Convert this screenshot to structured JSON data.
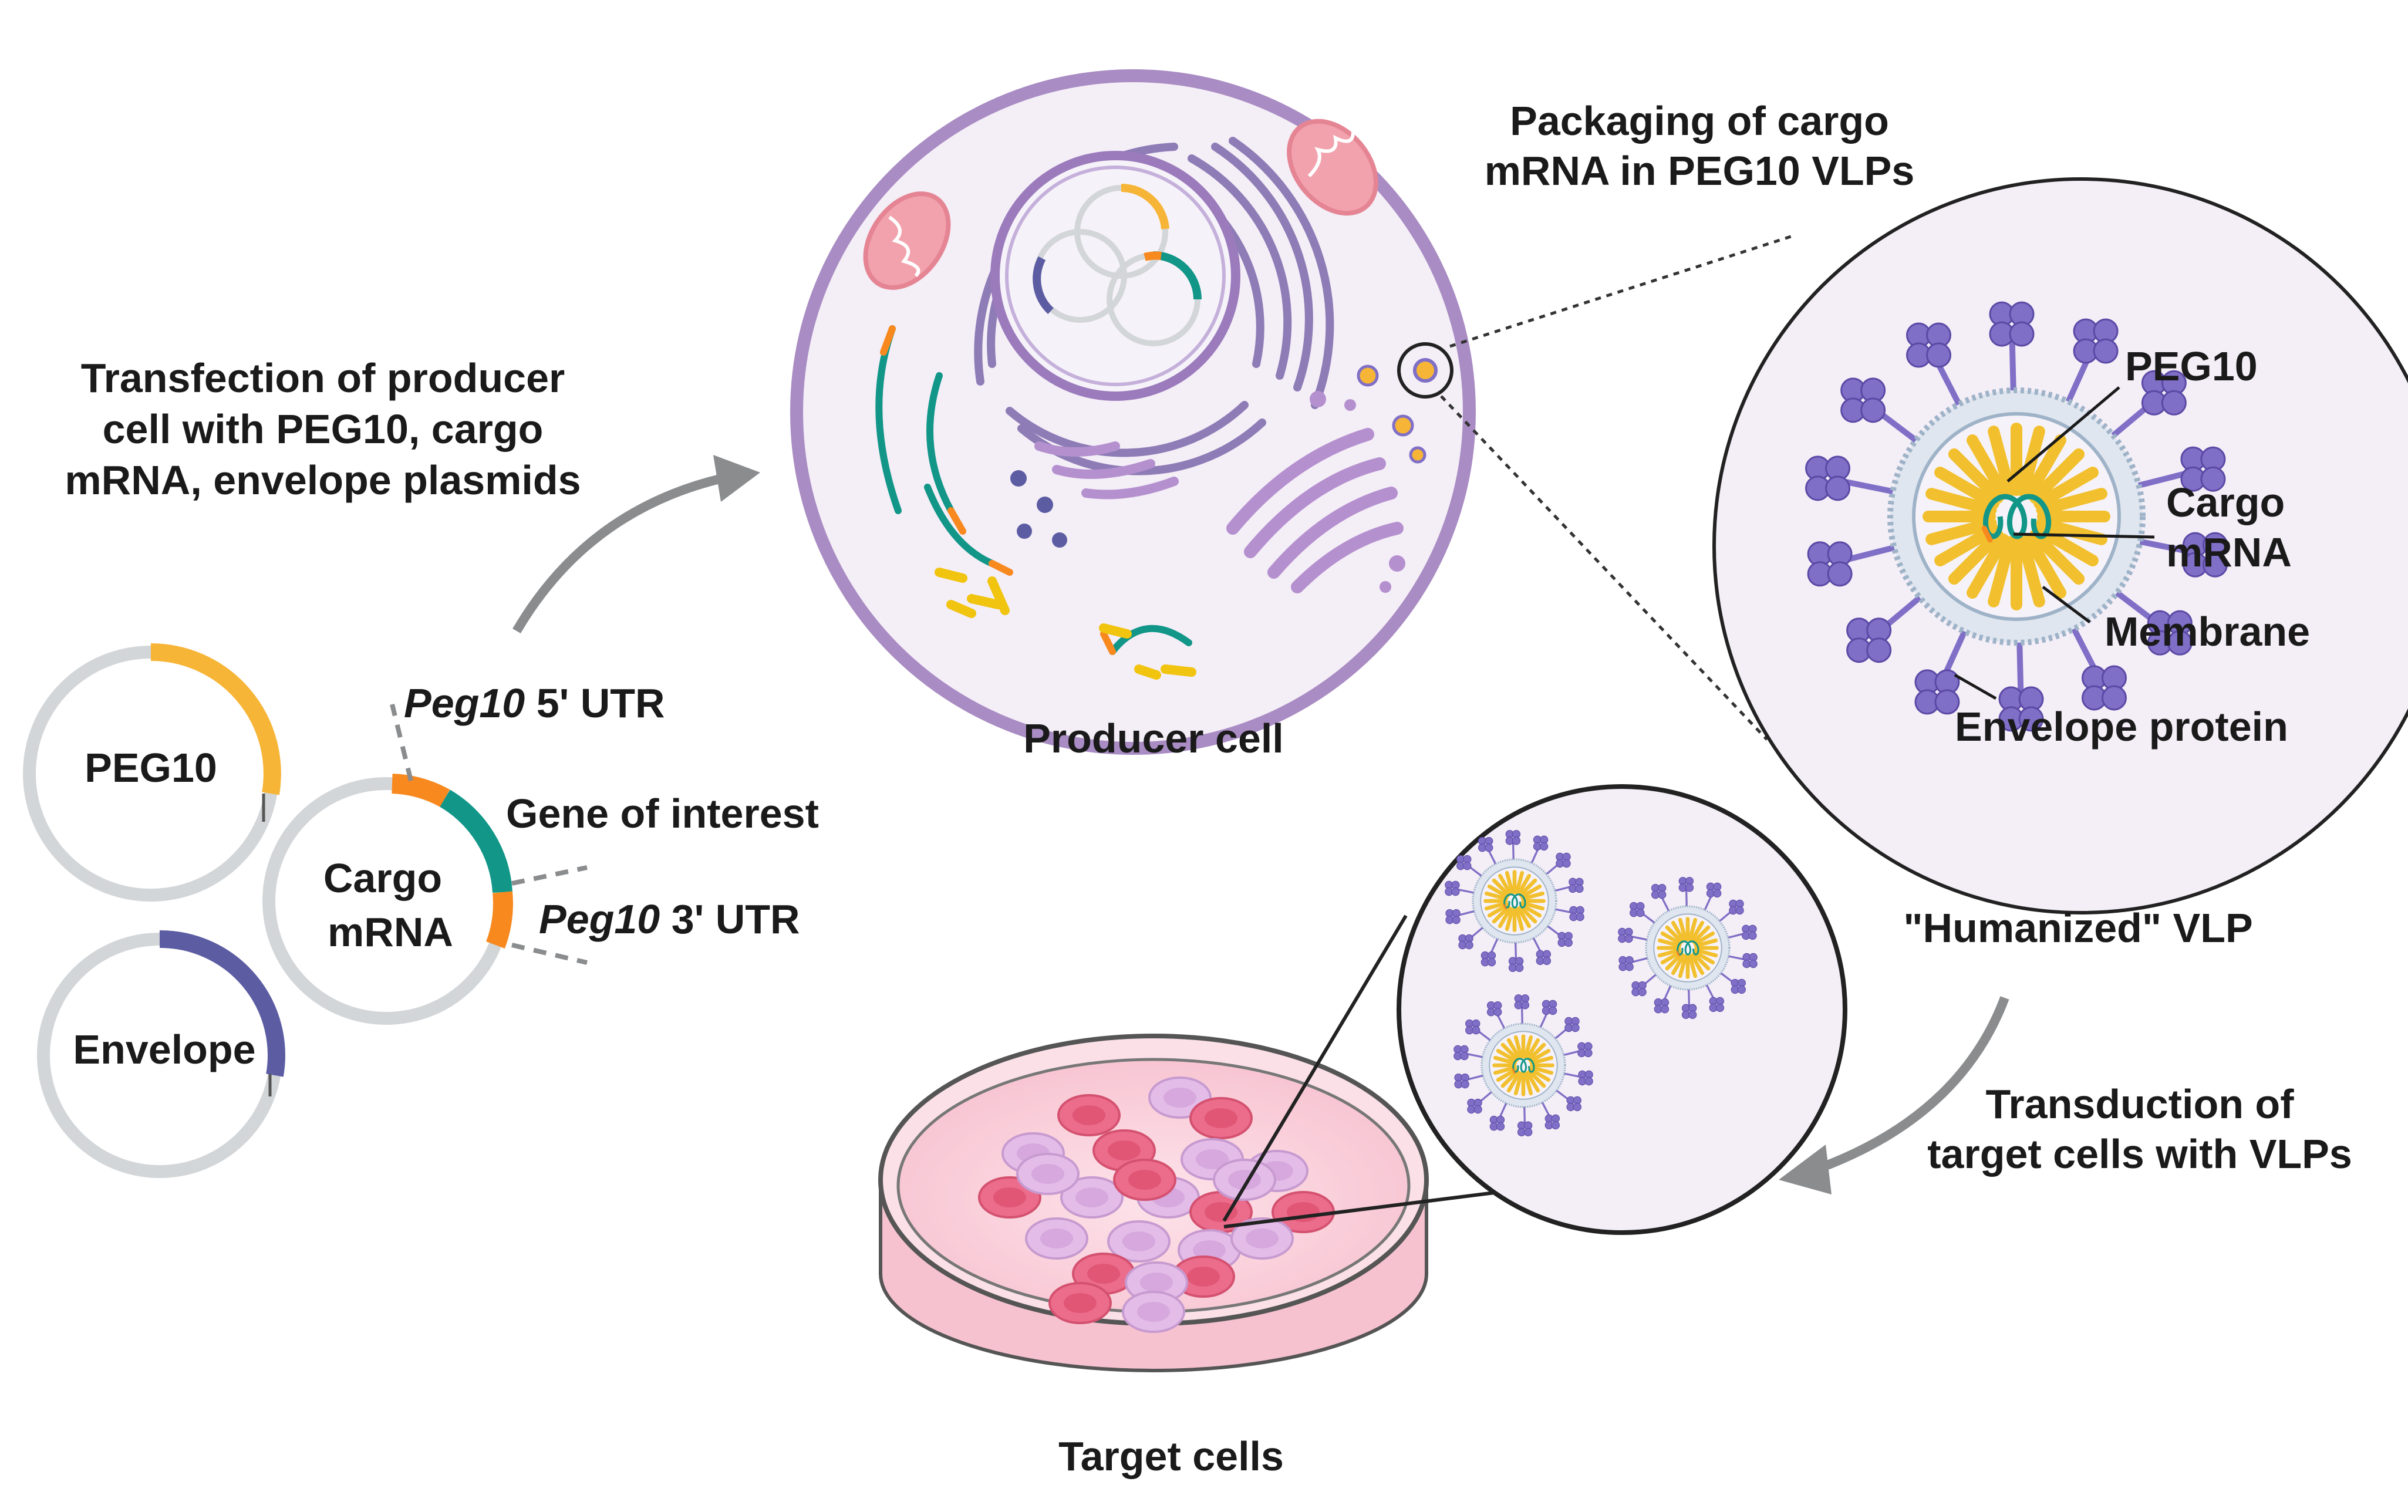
{
  "plasmids": {
    "peg10": "PEG10",
    "envelope": "Envelope",
    "cargo_line1": "Cargo",
    "cargo_line2": "mRNA"
  },
  "cargo_labels": {
    "utr5_gene": "Peg10",
    "utr5_rest": " 5' UTR",
    "gene_of_interest": "Gene of interest",
    "utr3_gene": "Peg10",
    "utr3_rest": " 3' UTR"
  },
  "steps": {
    "transfection": [
      "Transfection of producer",
      "cell with PEG10, cargo",
      "mRNA, envelope plasmids"
    ],
    "packaging": [
      "Packaging of cargo",
      "mRNA in PEG10 VLPs"
    ],
    "transduction": [
      "Transduction of",
      "target cells with VLPs"
    ]
  },
  "producer_cell": "Producer cell",
  "vlp": {
    "caption": "\"Humanized\" VLP",
    "peg10": "PEG10",
    "cargo_line1": "Cargo",
    "cargo_line2": "mRNA",
    "membrane": "Membrane",
    "envelope_protein": "Envelope protein"
  },
  "target_cells": "Target cells",
  "colors": {
    "peg10": "#f7b538",
    "envelope": "#5c5ca3",
    "utr": "#f7891f",
    "gene": "#119688",
    "plasmid_ring": "#d3d6d8",
    "cell_fill": "#f4eef7",
    "cell_border": "#a98cc3",
    "organelle": "#9b7bbc",
    "mito": "#f2a2ad",
    "dish_medium": "#fbd3dd",
    "cell_pink": "#ec6c8c",
    "cell_lilac": "#e3bde8",
    "vlp_protein": "#7f6fc6",
    "arrow": "#8a8c8e"
  }
}
